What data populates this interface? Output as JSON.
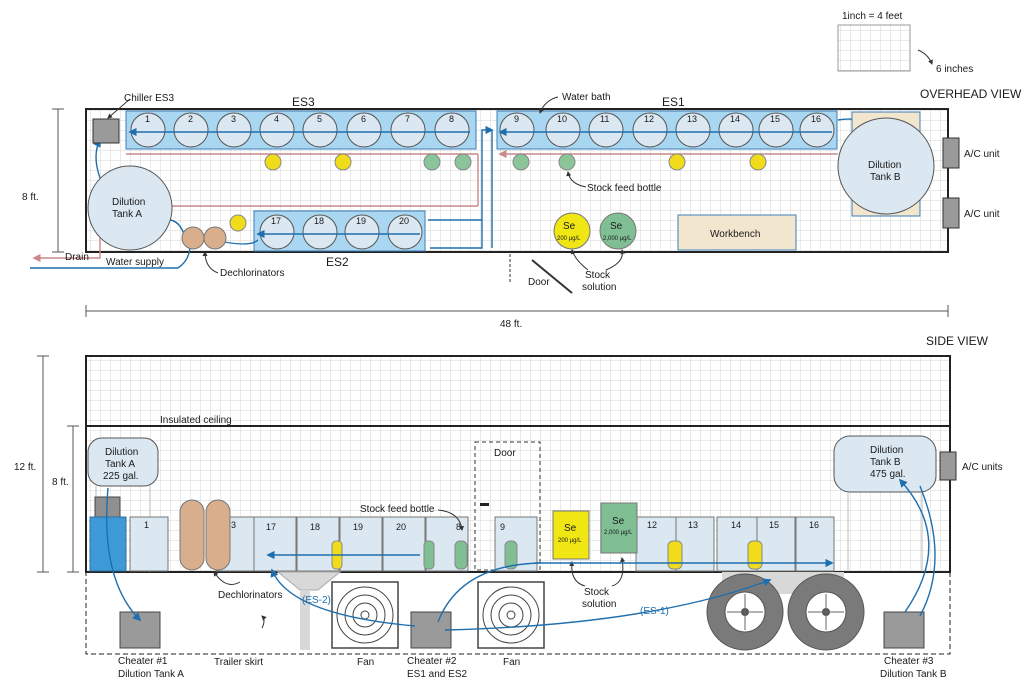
{
  "scale": {
    "label": "1inch = 4 feet",
    "sub_label": "6 inches"
  },
  "overhead": {
    "title": "OVERHEAD VIEW",
    "width_label": "48 ft.",
    "height_label": "8 ft.",
    "chiller_label": "Chiller ES3",
    "es3_label": "ES3",
    "es1_label": "ES1",
    "es2_label": "ES2",
    "water_bath_label": "Water bath",
    "es3_tanks": [
      "1",
      "2",
      "3",
      "4",
      "5",
      "6",
      "7",
      "8"
    ],
    "es1_tanks": [
      "9",
      "10",
      "11",
      "12",
      "13",
      "14",
      "15",
      "16"
    ],
    "es2_tanks": [
      "17",
      "18",
      "19",
      "20"
    ],
    "tank_a": [
      "Dilution",
      "Tank  A"
    ],
    "tank_b": [
      "Dilution",
      "Tank B"
    ],
    "ac_label": "A/C unit",
    "stock_feed_label": "Stock feed bottle",
    "drain_label": "Drain",
    "water_supply_label": "Water supply",
    "dechlorinators_label": "Dechlorinators",
    "door_label": "Door",
    "stock_solution_label": [
      "Stock",
      "solution"
    ],
    "workbench_label": "Workbench",
    "se_yellow": {
      "element": "Se",
      "conc": "200 µg/L"
    },
    "se_green": {
      "element": "Se",
      "conc": "2,000 µg/L"
    }
  },
  "side": {
    "title": "SIDE VIEW",
    "height_12": "12 ft.",
    "height_8": "8 ft.",
    "insulated_ceiling": "Insulated ceiling",
    "door_label": "Door",
    "tank_a": [
      "Dilution",
      "Tank  A",
      "225 gal."
    ],
    "tank_b": [
      "Dilution",
      "Tank  B",
      "475 gal."
    ],
    "ac_label": "A/C units",
    "stock_feed_label": "Stock feed bottle",
    "tank_numbers": [
      "1",
      "3",
      "17",
      "18",
      "19",
      "20",
      "8",
      "9",
      "12",
      "13",
      "14",
      "15",
      "16"
    ],
    "se_yellow": {
      "element": "Se",
      "conc": "200 µg/L"
    },
    "se_green": {
      "element": "Se",
      "conc": "2,000 µg/L"
    },
    "stock_solution_label": [
      "Stock",
      "solution"
    ],
    "dechlorinators_label": "Dechlorinators",
    "es2_flow": "(ES-2)",
    "es1_flow": "(ES-1)",
    "trailer_skirt": "Trailer skirt",
    "fan_label": "Fan",
    "cheater1": [
      "Cheater #1",
      "Dilution Tank A"
    ],
    "cheater2": [
      "Cheater #2",
      "ES1 and ES2"
    ],
    "cheater3": [
      "Cheater #3",
      "Dilution Tank B"
    ]
  }
}
